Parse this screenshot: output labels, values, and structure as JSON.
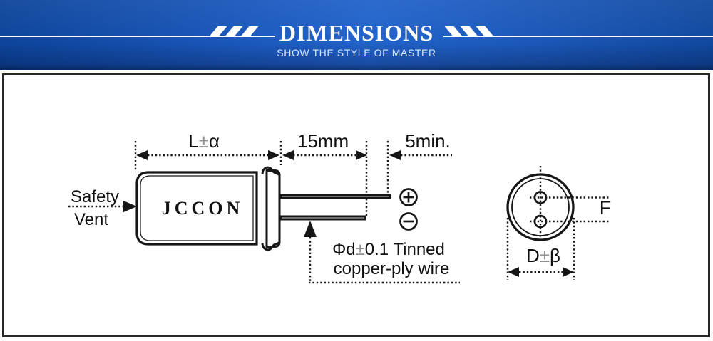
{
  "header": {
    "title": "DIMENSIONS",
    "subtitle": "SHOW THE STYLE OF MASTER"
  },
  "colors": {
    "banner_blue_dark": "#0d449a",
    "banner_blue_bright": "#2263cb",
    "rule_white": "#ffffff",
    "subtitle_text": "#d9e7fa",
    "ink": "#161616",
    "plus_minus_gray": "#8f8f8f",
    "panel_border": "#262626"
  },
  "icons": {
    "left_slashes": "///",
    "right_slashes": "\\\\\\",
    "positive_polarity": "⊕",
    "negative_polarity": "⊖",
    "safety_vent_arrow": "▶",
    "wire_pointer_arrow": "▲"
  },
  "diagram": {
    "length_label": {
      "a": "L",
      "pm": "±",
      "b": "α"
    },
    "lead_length_label": "15mm",
    "lead_min_label": "5min.",
    "safety_vent": {
      "line1": "Safety",
      "line2": "Vent"
    },
    "brand": "JCCON",
    "wire_label": {
      "a": "Φd",
      "pm": "±",
      "b": "0.1 Tinned",
      "line2": "copper-ply wire"
    },
    "diameter_label": {
      "a": "D",
      "pm": "±",
      "b": "β"
    },
    "lead_spacing_label": "F"
  }
}
